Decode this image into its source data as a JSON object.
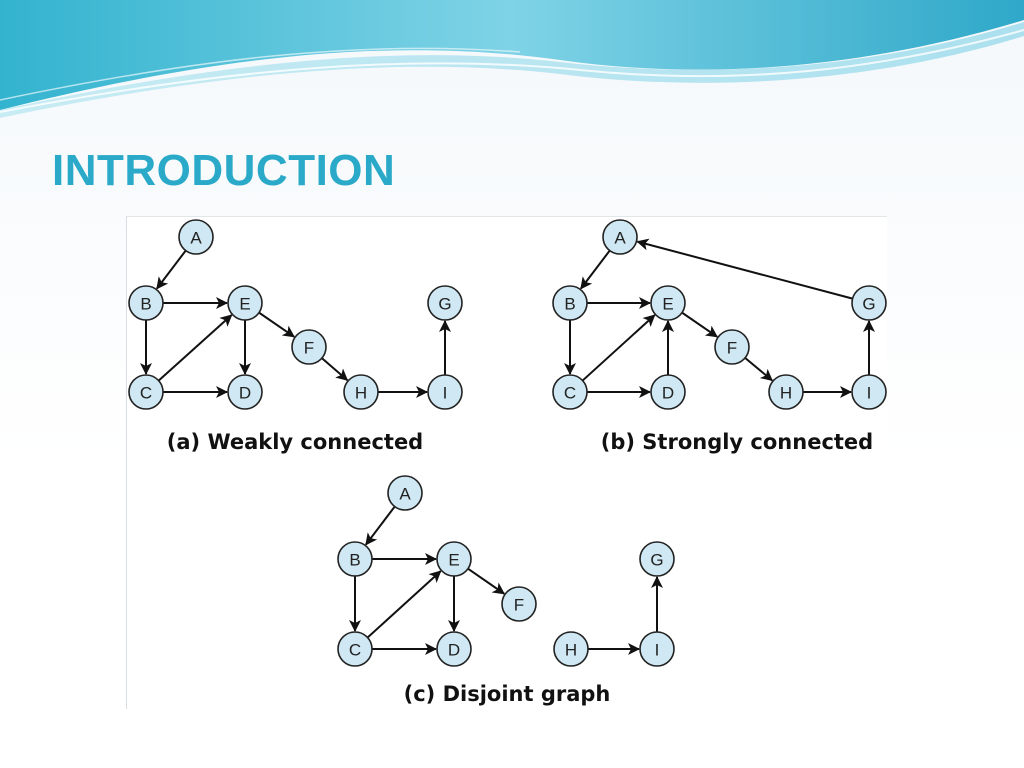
{
  "slide": {
    "title": "INTRODUCTION"
  },
  "diagrams": [
    {
      "caption": "(a) Weakly connected",
      "nodes": [
        "A",
        "B",
        "E",
        "F",
        "G",
        "C",
        "D",
        "H",
        "I"
      ],
      "edges": [
        [
          "A",
          "B"
        ],
        [
          "B",
          "E"
        ],
        [
          "B",
          "C"
        ],
        [
          "C",
          "E"
        ],
        [
          "C",
          "D"
        ],
        [
          "E",
          "D"
        ],
        [
          "E",
          "F"
        ],
        [
          "F",
          "H"
        ],
        [
          "H",
          "I"
        ],
        [
          "I",
          "G"
        ]
      ]
    },
    {
      "caption": "(b) Strongly connected",
      "nodes": [
        "A",
        "B",
        "E",
        "F",
        "G",
        "C",
        "D",
        "H",
        "I"
      ],
      "edges": [
        [
          "A",
          "B"
        ],
        [
          "B",
          "E"
        ],
        [
          "B",
          "C"
        ],
        [
          "C",
          "E"
        ],
        [
          "C",
          "D"
        ],
        [
          "D",
          "E"
        ],
        [
          "E",
          "F"
        ],
        [
          "F",
          "H"
        ],
        [
          "H",
          "I"
        ],
        [
          "I",
          "G"
        ],
        [
          "G",
          "A"
        ]
      ]
    },
    {
      "caption": "(c) Disjoint graph",
      "nodes": [
        "A",
        "B",
        "E",
        "F",
        "C",
        "D",
        "H",
        "I",
        "G"
      ],
      "edges": [
        [
          "A",
          "B"
        ],
        [
          "B",
          "E"
        ],
        [
          "B",
          "C"
        ],
        [
          "C",
          "E"
        ],
        [
          "C",
          "D"
        ],
        [
          "E",
          "D"
        ],
        [
          "E",
          "F"
        ],
        [
          "H",
          "I"
        ],
        [
          "I",
          "G"
        ]
      ]
    }
  ],
  "colors": {
    "title": "#2aa9c8",
    "node_fill": "#cfe8f3",
    "node_stroke": "#222222",
    "edge": "#111111"
  }
}
